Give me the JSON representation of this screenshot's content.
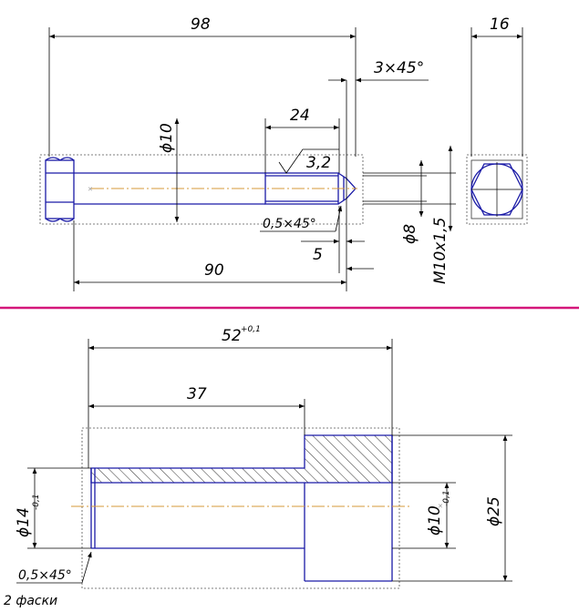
{
  "colors": {
    "outline": "#1a1aa6",
    "dim_line": "#000000",
    "center_line": "#d49a3a",
    "separator": "#d4177a",
    "frame": "#555555",
    "hatch": "#333333"
  },
  "bolt": {
    "dims": {
      "overall_length": "98",
      "head_width": "16",
      "tip_chamfer": "3×45°",
      "thread_length": "24",
      "shank_diameter": "ϕ10",
      "roughness": "3,2",
      "undercut_chamfer": "0,5×45°",
      "minor_diameter": "ϕ8",
      "thread_spec": "M10x1,5",
      "undercut_width": "5",
      "shank_length": "90"
    }
  },
  "bushing": {
    "dims": {
      "overall_length": "52",
      "overall_length_tol": "+0,1",
      "step_length": "37",
      "outer_diameter": "ϕ14",
      "outer_diameter_tol": "-0,1",
      "chamfer": "0,5×45°",
      "chamfer_note": "2 фаски",
      "bore_diameter": "ϕ10",
      "bore_diameter_tol": "-0,1",
      "flange_diameter": "ϕ25"
    }
  }
}
